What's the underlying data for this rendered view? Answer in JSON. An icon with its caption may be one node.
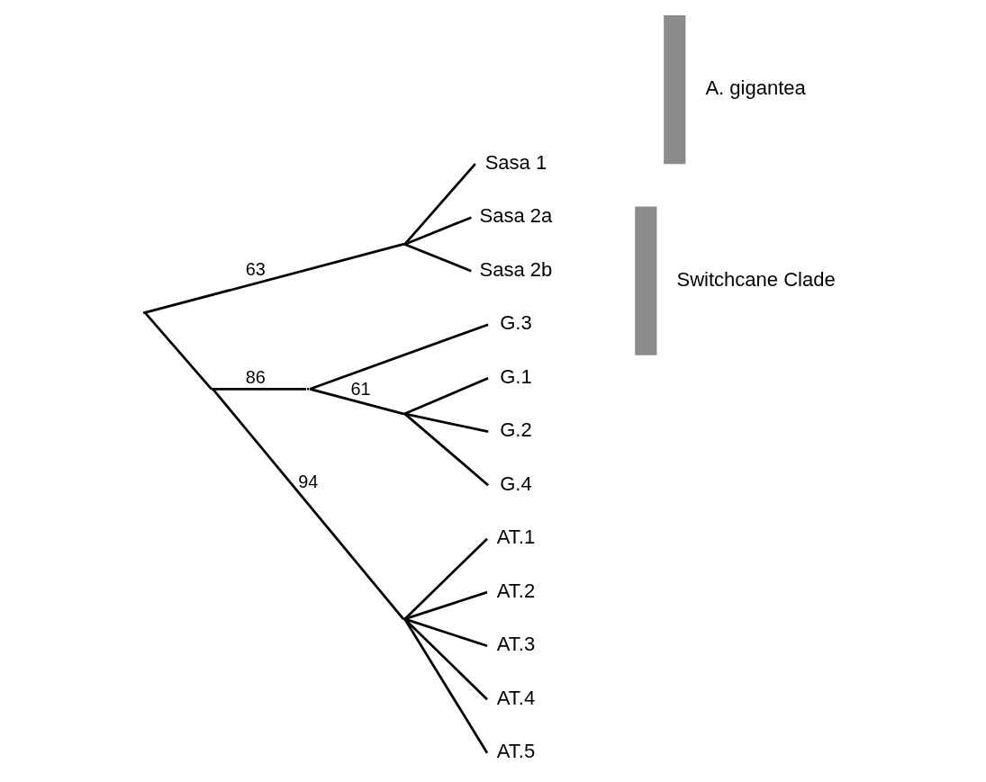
{
  "diagram": {
    "nodes": [
      {
        "text": [],
        "shape": "point"
      },
      {
        "text": [],
        "shape": "point"
      },
      {
        "text": [
          "Sasa 1"
        ]
      },
      {
        "text": [
          "Sasa 2a"
        ]
      },
      {
        "text": [
          "Sasa 2b"
        ]
      },
      {
        "text": [],
        "shape": "point"
      },
      {
        "text": [],
        "shape": "point"
      },
      {
        "text": [
          "G.3"
        ]
      },
      {
        "text": [],
        "shape": "point"
      },
      {
        "text": [
          "G.1"
        ]
      },
      {
        "text": [
          "G.2"
        ]
      },
      {
        "text": [
          "G.4"
        ]
      },
      {
        "text": [],
        "shape": "point"
      },
      {
        "text": [
          "AT.1"
        ]
      },
      {
        "text": [
          "AT.2"
        ]
      },
      {
        "text": [
          "AT.3"
        ]
      },
      {
        "text": [
          "AT.4"
        ]
      },
      {
        "text": [
          "AT.5"
        ]
      },
      {
        "text": [],
        "shape": "bar",
        "beside": [
          "A. gigantea"
        ]
      },
      {
        "text": [],
        "shape": "bar",
        "beside": [
          "Switchcane Clade"
        ]
      }
    ],
    "edges": [
      {
        "from": 0,
        "to": 1,
        "arrow": "none",
        "label": "63"
      },
      {
        "from": 0,
        "to": 5,
        "arrow": "none"
      },
      {
        "from": 1,
        "to": 2,
        "arrow": "none"
      },
      {
        "from": 1,
        "to": 3,
        "arrow": "none"
      },
      {
        "from": 1,
        "to": 4,
        "arrow": "none"
      },
      {
        "from": 5,
        "to": 6,
        "arrow": "none",
        "label": "86"
      },
      {
        "from": 5,
        "to": 12,
        "arrow": "none",
        "label": "94"
      },
      {
        "from": 6,
        "to": 7,
        "arrow": "none"
      },
      {
        "from": 6,
        "to": 8,
        "arrow": "none",
        "label": "61"
      },
      {
        "from": 8,
        "to": 9,
        "arrow": "none"
      },
      {
        "from": 8,
        "to": 10,
        "arrow": "none"
      },
      {
        "from": 8,
        "to": 11,
        "arrow": "none"
      },
      {
        "from": 12,
        "to": 13,
        "arrow": "none"
      },
      {
        "from": 12,
        "to": 14,
        "arrow": "none"
      },
      {
        "from": 12,
        "to": 15,
        "arrow": "none"
      },
      {
        "from": 12,
        "to": 16,
        "arrow": "none"
      },
      {
        "from": 12,
        "to": 17,
        "arrow": "none"
      }
    ]
  }
}
